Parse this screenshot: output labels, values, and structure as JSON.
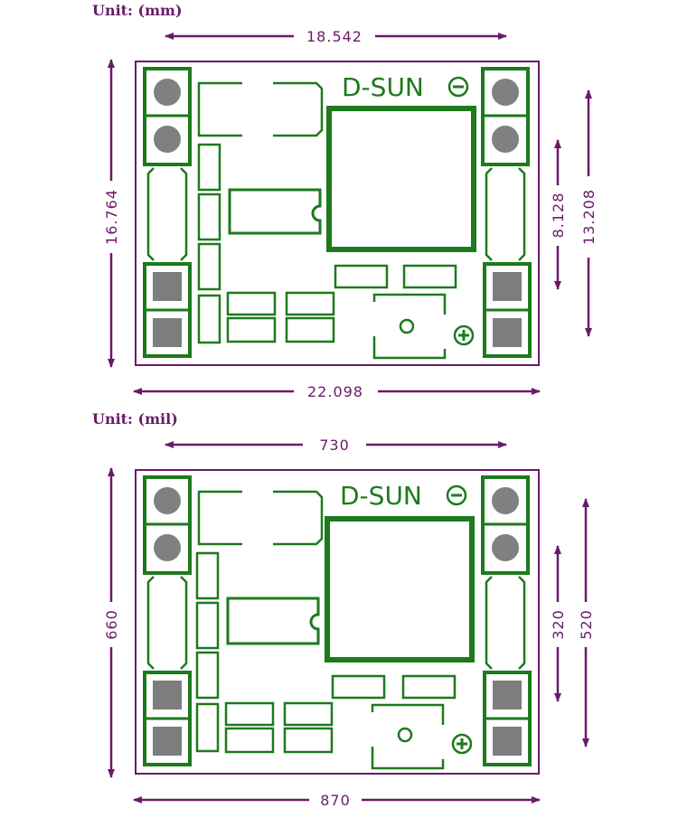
{
  "colors": {
    "dimension": "#6a1a6a",
    "silkscreen": "#1d7a1d",
    "pad_round": "#808080",
    "pad_square": "#7d7d7d",
    "board_outline": "#6a1a6a"
  },
  "diagram_mm": {
    "unit_label": "Unit: (mm)",
    "brand": "D-SUN",
    "minus_symbol": "−",
    "plus_symbol": "+",
    "dim_top": "18.542",
    "dim_bottom": "22.098",
    "dim_left": "16.764",
    "dim_right_inner": "8.128",
    "dim_right_outer": "13.208"
  },
  "diagram_mil": {
    "unit_label": "Unit: (mil)",
    "brand": "D-SUN",
    "minus_symbol": "−",
    "plus_symbol": "+",
    "dim_top": "730",
    "dim_bottom": "870",
    "dim_left": "660",
    "dim_right_inner": "320",
    "dim_right_outer": "520"
  }
}
